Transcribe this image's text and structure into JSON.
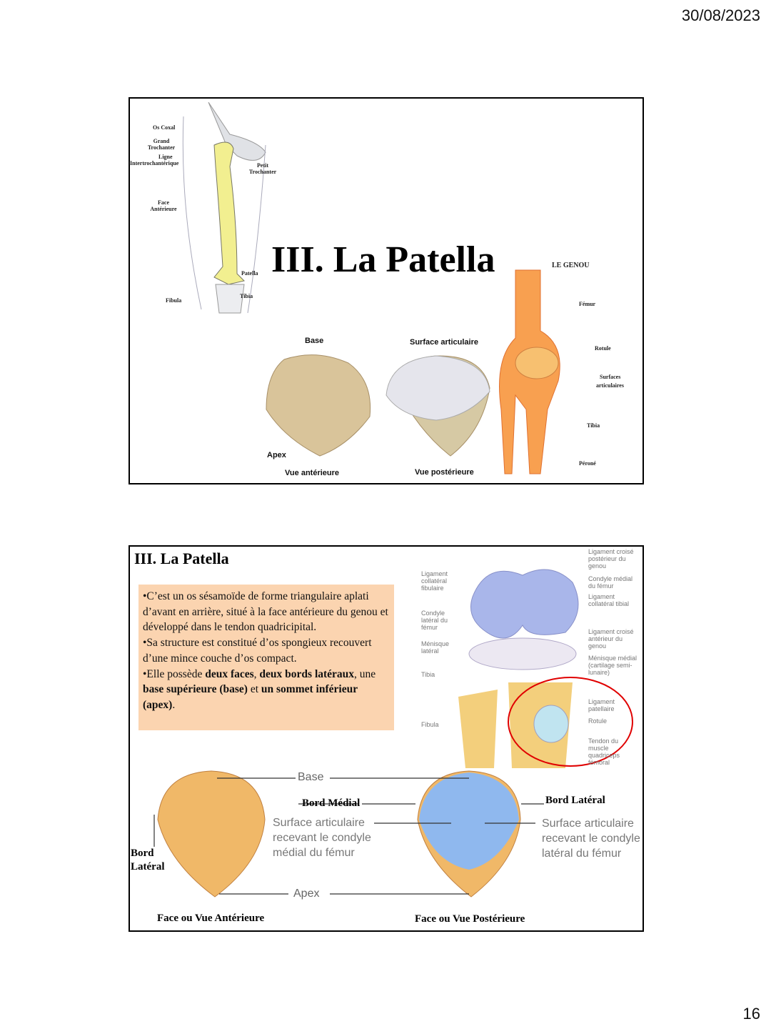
{
  "header": {
    "date": "30/08/2023"
  },
  "footer": {
    "page_number": "16"
  },
  "slide1": {
    "title": "III. La Patella",
    "femur_labels": {
      "os_coxal": "Os Coxal",
      "grand_trochanter": "Grand Trochanter",
      "ligne": "Ligne",
      "intertrochanterique": "Intertrochantérique",
      "petit_trochanter": "Petit Trochanter",
      "face_anterieure": "Face Antérieure",
      "patella": "Patella",
      "tibia": "Tibia",
      "fibula": "Fibula"
    },
    "patella_labels": {
      "base": "Base",
      "surface_articulaire": "Surface articulaire",
      "apex": "Apex",
      "vue_anterieure": "Vue antérieure",
      "vue_posterieure": "Vue postérieure"
    },
    "genou_labels": {
      "title": "LE GENOU",
      "femur": "Fémur",
      "rotule": "Rotule",
      "surfaces": "Surfaces",
      "articulaires": "articulaires",
      "tibia": "Tibia",
      "perone": "Péroné"
    }
  },
  "slide2": {
    "title": "III. La Patella",
    "text": {
      "p1": "•C’est un os sésamoïde de forme triangulaire aplati d’avant en arrière, situé à la face antérieure du genou et développé dans le tendon quadricipital.",
      "p2": "•Sa structure est constitué d’os spongieux recouvert d’une mince couche d’os compact.",
      "p3a": "•Elle possède ",
      "p3b": "deux faces",
      "p3c": ", ",
      "p3d": "deux bords latéraux",
      "p3e": ", une ",
      "p3f": "base supérieure (base)",
      "p3g": " et ",
      "p3h": "un sommet inférieur (apex)",
      "p3i": "."
    },
    "knee_labels": {
      "lig_collat_fib": "Ligament collatéral fibulaire",
      "condyle_lat": "Condyle latéral du fémur",
      "menisque_lat": "Ménisque latéral",
      "tibia": "Tibia",
      "fibula": "Fibula",
      "lig_croise_post": "Ligament croisé postérieur du genou",
      "condyle_med": "Condyle médial du fémur",
      "lig_collat_tib": "Ligament collatéral tibial",
      "lig_croise_ant": "Ligament croisé antérieur du genou",
      "menisque_med": "Ménisque médial (cartilage semi-lunaire)",
      "lig_patellaire": "Ligament patellaire",
      "rotule": "Rotule",
      "tendon": "Tendon du muscle quadriceps fémoral"
    },
    "bottom_labels": {
      "base": "Base",
      "bord_medial": "Bord Médial",
      "bord_lateral_left": "Bord Latéral",
      "bord_lateral_right": "Bord Latéral",
      "surf_med": "Surface articulaire recevant le condyle médial du fémur",
      "surf_lat": "Surface articulaire recevant le condyle latéral du fémur",
      "apex": "Apex",
      "face_ant": "Face ou Vue Antérieure",
      "face_post": "Face ou Vue Postérieure"
    }
  }
}
